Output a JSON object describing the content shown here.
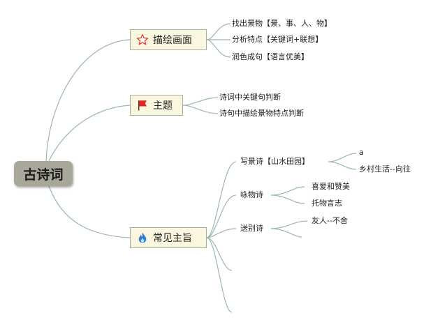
{
  "root": {
    "label": "古诗词"
  },
  "topics": [
    {
      "label": "描绘画面",
      "icon": "star-outline-icon",
      "children": [
        "找出景物【景、事、人、物】",
        "分析特点【关键词+联想】",
        "润色成句【语言优美】"
      ]
    },
    {
      "label": "主题",
      "icon": "red-flag-icon",
      "children": [
        "诗词中关键句判断",
        "诗句中描绘景物特点判断"
      ]
    },
    {
      "label": "常见主旨",
      "icon": "flame-icon",
      "children": [
        {
          "label": "写景诗【山水田园】",
          "children": [
            "a",
            "乡村生活--向往"
          ]
        },
        {
          "label": "咏物诗",
          "children": [
            "喜爱和赞美",
            "托物言志"
          ]
        },
        {
          "label": "送别诗",
          "children": [
            "友人--不舍"
          ]
        }
      ]
    }
  ],
  "colors": {
    "line": "#9cb8ad",
    "root_fill": "#a8a799",
    "topic_fill": "#fbf6df",
    "topic_border": "#9ab39a",
    "star": "#e0452c",
    "flag": "#d82a1e",
    "flame": "#2f7fd6"
  }
}
